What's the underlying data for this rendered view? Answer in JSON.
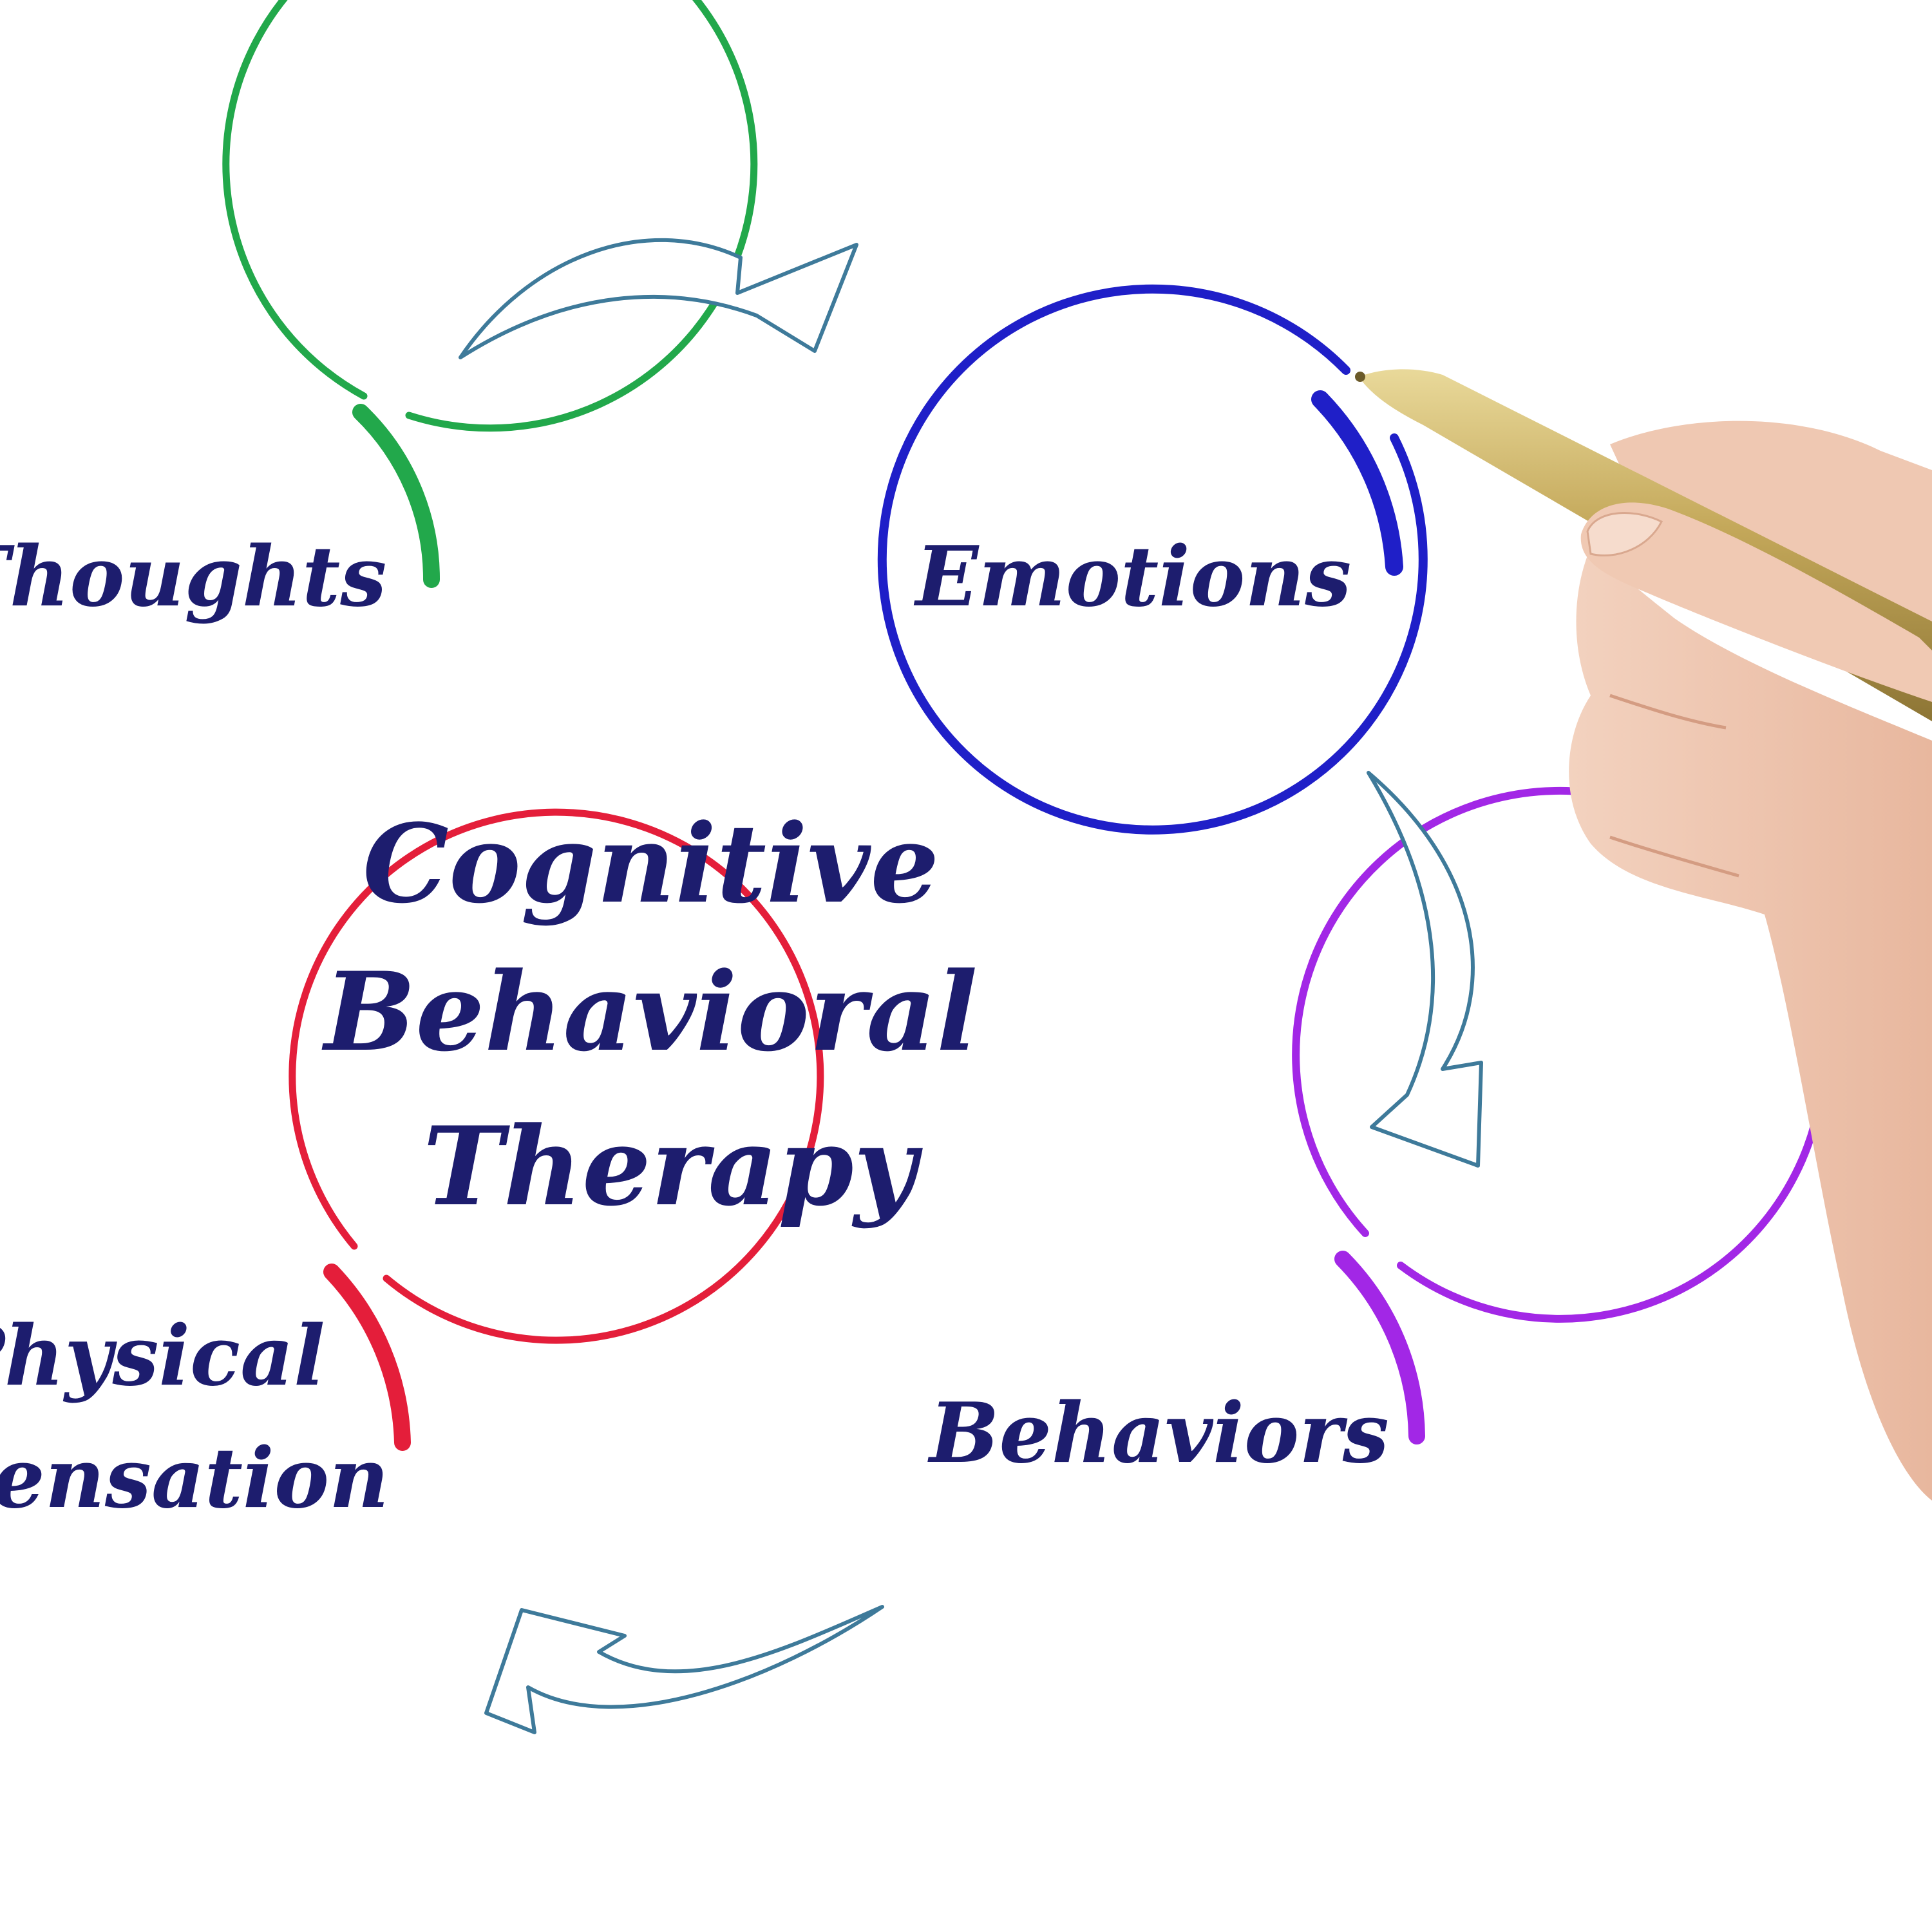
{
  "diagram": {
    "center_title": [
      "Cognitive",
      "Behavioral",
      "Therapy"
    ],
    "nodes": [
      {
        "id": "thoughts",
        "label": "Thoughts",
        "color": "#22a84b"
      },
      {
        "id": "emotions",
        "label": "Emotions",
        "color": "#1f1fc8"
      },
      {
        "id": "behaviors",
        "label": "Behaviors",
        "color": "#a227e6"
      },
      {
        "id": "physical",
        "label_lines": [
          "Physical",
          "Sensation"
        ],
        "color": "#e41e3a"
      }
    ],
    "text_color": "#1d1d6e",
    "arrow_color": "#3e7a9a",
    "flow": [
      "thoughts",
      "emotions",
      "behaviors",
      "physical"
    ]
  }
}
